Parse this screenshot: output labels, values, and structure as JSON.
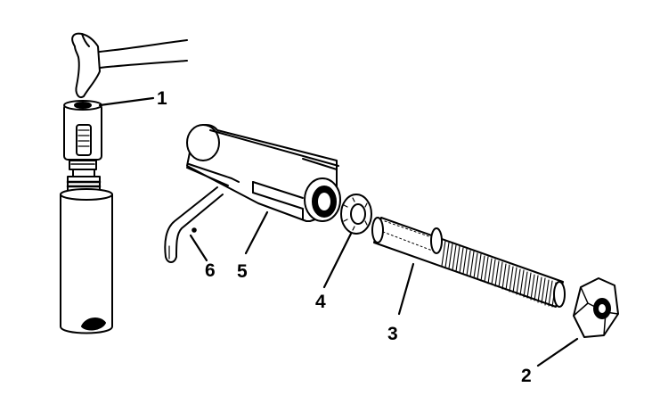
{
  "callouts": [
    {
      "id": "1",
      "label": "1",
      "part": "hammer-and-driver"
    },
    {
      "id": "2",
      "label": "2",
      "part": "hex-nut"
    },
    {
      "id": "3",
      "label": "3",
      "part": "threaded-rod"
    },
    {
      "id": "4",
      "label": "4",
      "part": "thrust-washer"
    },
    {
      "id": "5",
      "label": "5",
      "part": "puller-sleeve"
    },
    {
      "id": "6",
      "label": "6",
      "part": "hex-key"
    }
  ],
  "colors": {
    "ink": "#000000",
    "paper": "#ffffff",
    "shade": "#111111"
  }
}
